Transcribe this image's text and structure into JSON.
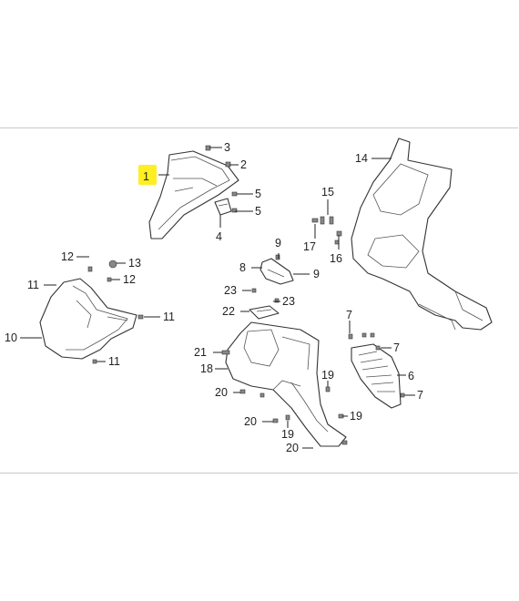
{
  "highlight_color": "#ffee22",
  "callouts": [
    {
      "id": "c1",
      "text": "1"
    },
    {
      "id": "c2",
      "text": "2"
    },
    {
      "id": "c3",
      "text": "3"
    },
    {
      "id": "c4",
      "text": "4"
    },
    {
      "id": "c5a",
      "text": "5"
    },
    {
      "id": "c5b",
      "text": "5"
    },
    {
      "id": "c6",
      "text": "6"
    },
    {
      "id": "c7a",
      "text": "7"
    },
    {
      "id": "c7b",
      "text": "7"
    },
    {
      "id": "c7c",
      "text": "7"
    },
    {
      "id": "c8",
      "text": "8"
    },
    {
      "id": "c9a",
      "text": "9"
    },
    {
      "id": "c9b",
      "text": "9"
    },
    {
      "id": "c10",
      "text": "10"
    },
    {
      "id": "c11a",
      "text": "11"
    },
    {
      "id": "c11b",
      "text": "11"
    },
    {
      "id": "c11c",
      "text": "11"
    },
    {
      "id": "c12a",
      "text": "12"
    },
    {
      "id": "c12b",
      "text": "12"
    },
    {
      "id": "c13",
      "text": "13"
    },
    {
      "id": "c14",
      "text": "14"
    },
    {
      "id": "c15",
      "text": "15"
    },
    {
      "id": "c16",
      "text": "16"
    },
    {
      "id": "c17",
      "text": "17"
    },
    {
      "id": "c18",
      "text": "18"
    },
    {
      "id": "c19a",
      "text": "19"
    },
    {
      "id": "c19b",
      "text": "19"
    },
    {
      "id": "c19c",
      "text": "19"
    },
    {
      "id": "c20a",
      "text": "20"
    },
    {
      "id": "c20b",
      "text": "20"
    },
    {
      "id": "c20c",
      "text": "20"
    },
    {
      "id": "c21",
      "text": "21"
    },
    {
      "id": "c22",
      "text": "22"
    },
    {
      "id": "c23a",
      "text": "23"
    },
    {
      "id": "c23b",
      "text": "23"
    }
  ]
}
